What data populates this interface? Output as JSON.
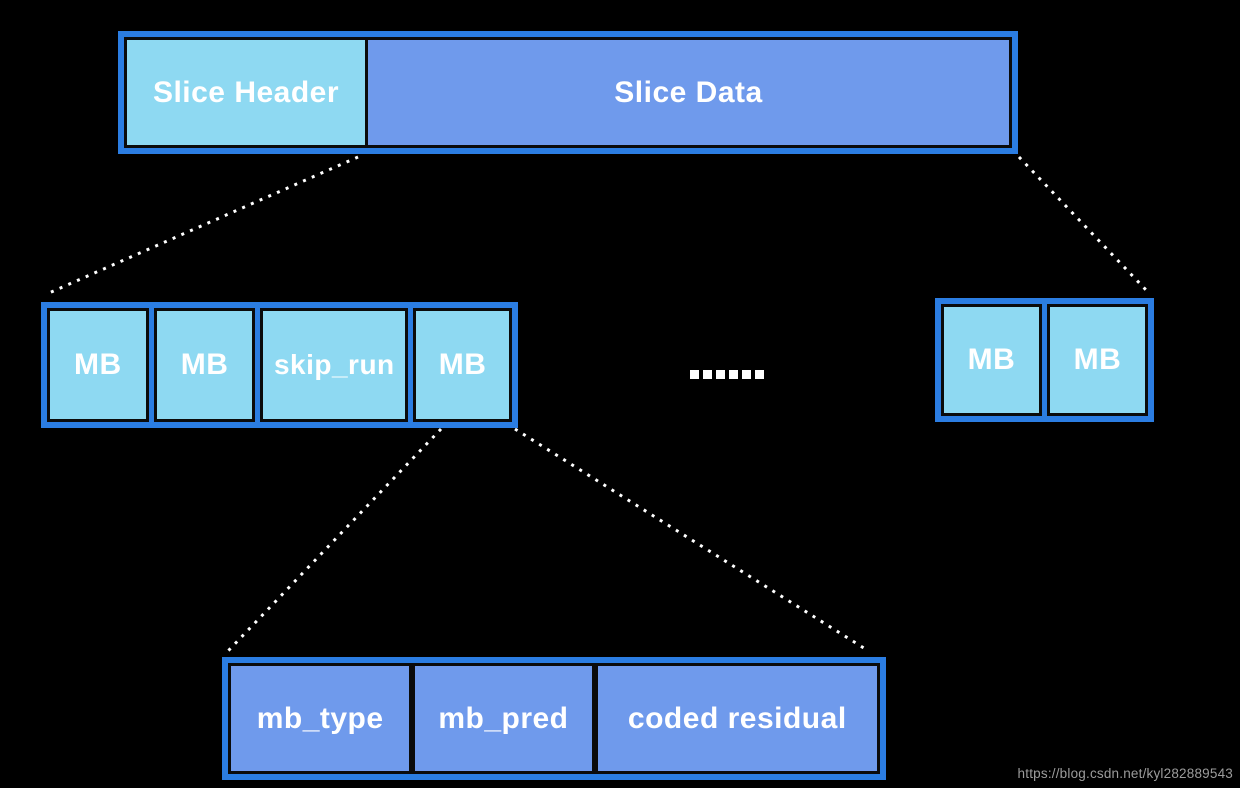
{
  "colors": {
    "background": "#000000",
    "frame_blue": "#2b7de2",
    "cell_cyan": "#8ed9f2",
    "cell_blue": "#6f9aec",
    "cell_border": "#0b0b0b",
    "text": "#ffffff",
    "connector_dots": "#ffffff",
    "watermark_gray": "#9c9c9c"
  },
  "top_bar": {
    "cells": [
      {
        "label": "Slice Header",
        "fill": "cyan"
      },
      {
        "label": "Slice Data",
        "fill": "blue"
      }
    ]
  },
  "mb_row": {
    "left_cells": [
      {
        "label": "MB"
      },
      {
        "label": "MB"
      },
      {
        "label": "skip_run"
      },
      {
        "label": "MB"
      }
    ],
    "ellipsis": "......",
    "right_cells": [
      {
        "label": "MB"
      },
      {
        "label": "MB"
      }
    ]
  },
  "mb_detail_row": {
    "cells": [
      {
        "label": "mb_type"
      },
      {
        "label": "mb_pred"
      },
      {
        "label": "coded residual"
      }
    ]
  },
  "watermark": {
    "text": "https://blog.csdn.net/kyl282889543"
  }
}
